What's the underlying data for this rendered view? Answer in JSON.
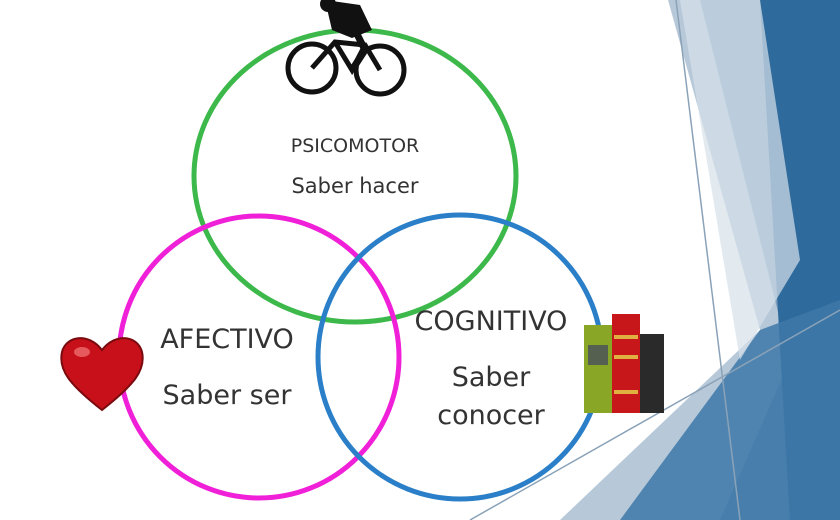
{
  "domains": {
    "psicomotor": {
      "title": "PSICOMOTOR",
      "subtitle": "Saber hacer",
      "color": "#3cb94a",
      "icon": "cyclist-icon"
    },
    "afectivo": {
      "title": "AFECTIVO",
      "subtitle": "Saber ser",
      "color": "#f01fd8",
      "icon": "heart-icon"
    },
    "cognitivo": {
      "title": "COGNITIVO",
      "subtitle_line1": "Saber",
      "subtitle_line2": "conocer",
      "color": "#2a7fc8",
      "icon": "books-icon"
    }
  },
  "theme": {
    "accent_dark": "#2c6596",
    "accent_light": "#9db6cc"
  }
}
